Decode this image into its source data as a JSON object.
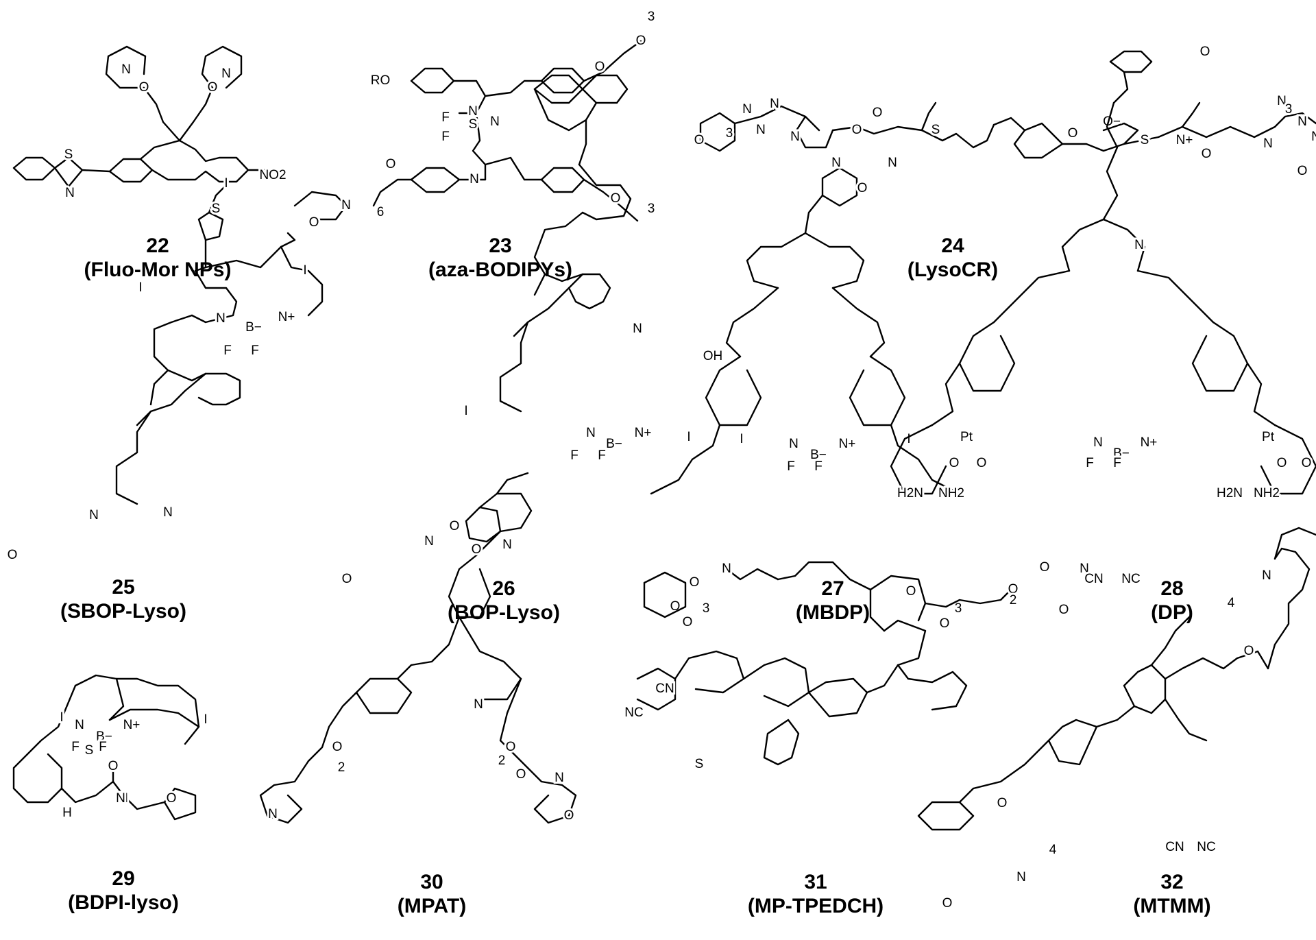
{
  "compounds": [
    {
      "number": "22",
      "name": "(Fluo-Mor NPs)",
      "atoms": [
        "S",
        "N",
        "N",
        "O",
        "N",
        "O",
        "NO2"
      ]
    },
    {
      "number": "23",
      "name": "(aza-BODIPYs)",
      "atoms": [
        "RO",
        "F",
        "F",
        "S",
        "N",
        "N",
        "N",
        "O",
        "O",
        "O",
        "O",
        "N",
        "O",
        "3",
        "3",
        "6"
      ]
    },
    {
      "number": "24",
      "name": "(LysoCR)",
      "atoms": [
        "O−",
        "N+",
        "S",
        "S",
        "N",
        "O",
        "O",
        "O",
        "O",
        "N",
        "N",
        "N",
        "N",
        "N",
        "N",
        "3",
        "3",
        "O",
        "O",
        "N",
        "N"
      ]
    },
    {
      "number": "25",
      "name": "(SBOP-Lyso)",
      "atoms": [
        "I",
        "S",
        "I",
        "I",
        "N",
        "B−",
        "N+",
        "F",
        "F",
        "N",
        "N",
        "O"
      ]
    },
    {
      "number": "26",
      "name": "(BOP-Lyso)",
      "atoms": [
        "N",
        "OH",
        "I",
        "I",
        "N",
        "B−",
        "N+",
        "F",
        "F",
        "N",
        "N",
        "O"
      ]
    },
    {
      "number": "27",
      "name": "(MBDP)",
      "atoms": [
        "N",
        "O",
        "I",
        "I",
        "N",
        "B−",
        "N+",
        "F",
        "F",
        "O",
        "O",
        "O",
        "O",
        "3",
        "3"
      ]
    },
    {
      "number": "28",
      "name": "(DP)",
      "atoms": [
        "N",
        "O",
        "N",
        "B−",
        "N+",
        "F",
        "F",
        "O",
        "O",
        "O",
        "O",
        "Pt",
        "Pt",
        "H2N",
        "NH2",
        "H2N",
        "NH2"
      ]
    },
    {
      "number": "29",
      "name": "(BDPI-lyso)",
      "atoms": [
        "I",
        "I",
        "N",
        "B−",
        "N+",
        "F",
        "F",
        "S",
        "O",
        "N",
        "H",
        "N",
        "O"
      ]
    },
    {
      "number": "30",
      "name": "(MPAT)",
      "atoms": [
        "O",
        "O",
        "N",
        "O",
        "O",
        "N",
        "O",
        "N",
        "O",
        "2",
        "2"
      ]
    },
    {
      "number": "31",
      "name": "(MP-TPEDCH)",
      "atoms": [
        "N",
        "O",
        "O",
        "O",
        "N",
        "O",
        "2",
        "CN",
        "NC",
        "S"
      ]
    },
    {
      "number": "32",
      "name": "(MTMM)",
      "atoms": [
        "CN",
        "NC",
        "CN",
        "NC",
        "N",
        "O",
        "O",
        "N",
        "O",
        "4",
        "4"
      ]
    }
  ]
}
